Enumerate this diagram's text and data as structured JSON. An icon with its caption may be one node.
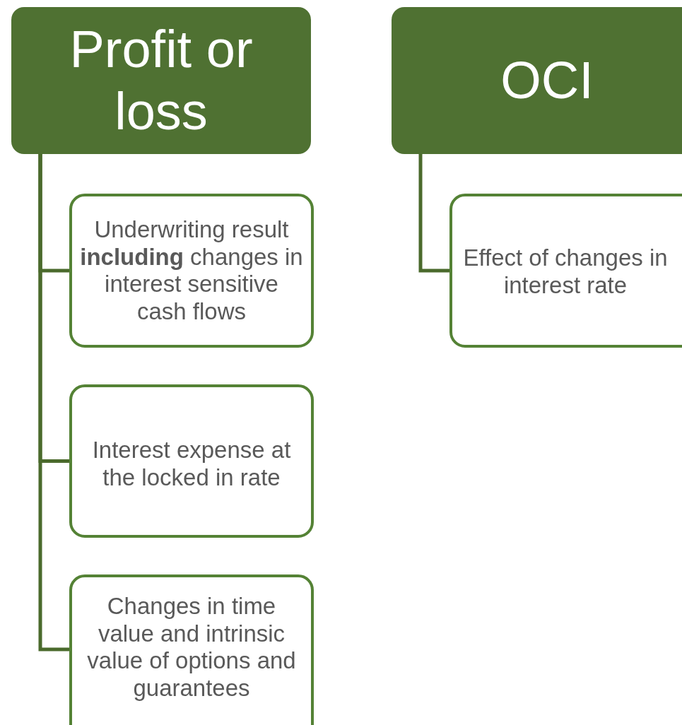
{
  "diagram": {
    "nodes": [
      {
        "text": [
          "Profit or loss"
        ]
      },
      {
        "text": [
          "OCI"
        ]
      },
      {
        "text": [
          "Underwriting result **including** changes in interest sensitive cash flows"
        ]
      },
      {
        "text": [
          "Interest expense at the locked in rate"
        ]
      },
      {
        "text": [
          "Changes in time value and intrinsic value of options and guarantees"
        ]
      },
      {
        "text": [
          "Effect of changes in interest rate"
        ]
      }
    ],
    "edges": [
      {
        "from": 0,
        "to": 2,
        "arrow": "none"
      },
      {
        "from": 0,
        "to": 3,
        "arrow": "none"
      },
      {
        "from": 0,
        "to": 4,
        "arrow": "none"
      },
      {
        "from": 1,
        "to": 5,
        "arrow": "none"
      }
    ]
  }
}
